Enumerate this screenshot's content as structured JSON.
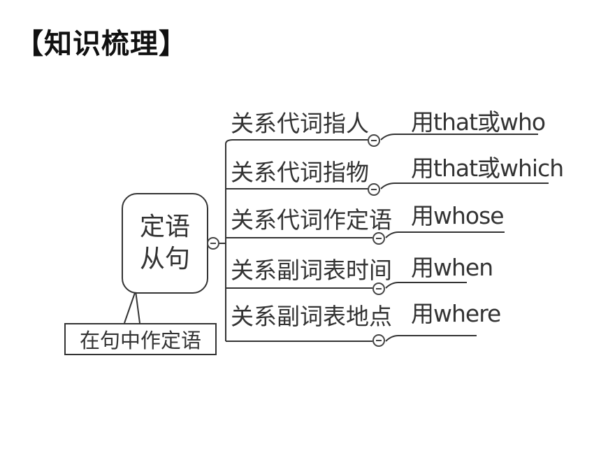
{
  "section_title": "【知识梳理】",
  "root": {
    "line1": "定语",
    "line2": "从句"
  },
  "note": "在句中作定语",
  "branches": [
    {
      "label": "关系代词指人",
      "value": "用that或who"
    },
    {
      "label": "关系代词指物",
      "value": "用that或which"
    },
    {
      "label": "关系代词作定语",
      "value": "用whose"
    },
    {
      "label": "关系副词表时间",
      "value": "用when"
    },
    {
      "label": "关系副词表地点",
      "value": "用where"
    }
  ],
  "colors": {
    "line": "#333333",
    "text": "#333333"
  }
}
